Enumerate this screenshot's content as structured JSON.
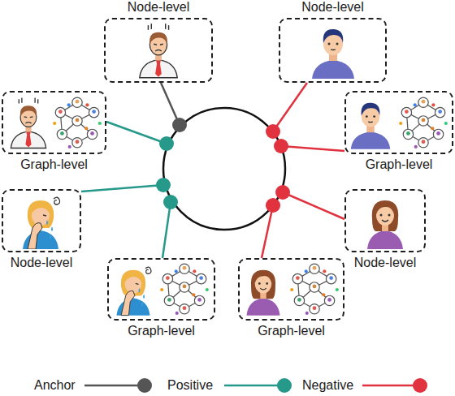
{
  "diagram": {
    "nodes": [
      {
        "text": [
          "Node-level"
        ]
      },
      {
        "text": [
          "Node-level"
        ]
      },
      {
        "text": [
          "Graph-level"
        ]
      },
      {
        "text": [
          "Graph-level"
        ]
      },
      {
        "text": [
          "Node-level"
        ]
      },
      {
        "text": [
          "Node-level"
        ]
      },
      {
        "text": [
          "Graph-level"
        ]
      },
      {
        "text": [
          "Graph-level"
        ]
      }
    ],
    "legend": [
      {
        "text": "Anchor"
      },
      {
        "text": "Positive"
      },
      {
        "text": "Negative"
      }
    ]
  }
}
